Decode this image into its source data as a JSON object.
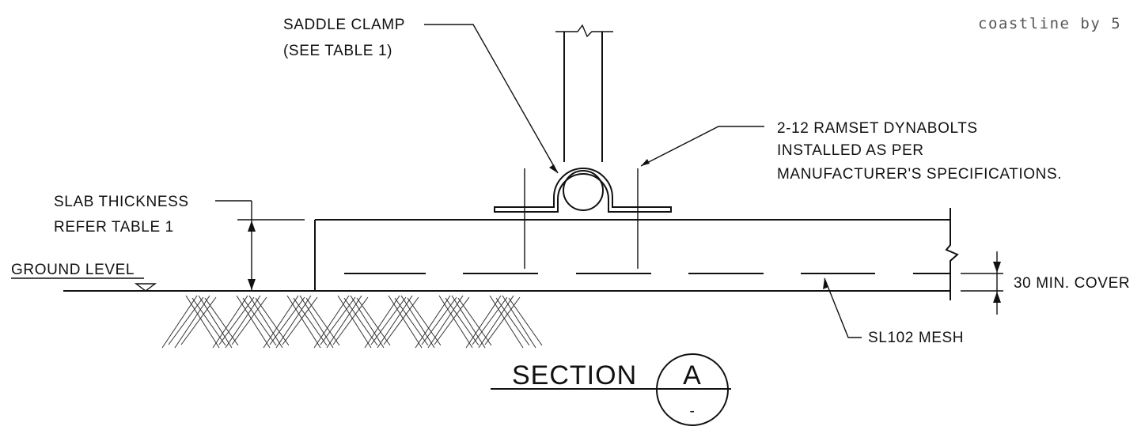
{
  "watermark": "coastline by 5",
  "labels": {
    "saddle_clamp": "SADDLE CLAMP",
    "saddle_clamp_ref": "(SEE TABLE 1)",
    "dynabolts_line1": "2-12 RAMSET DYNABOLTS",
    "dynabolts_line2": "INSTALLED AS PER",
    "dynabolts_line3": "MANUFACTURER'S SPECIFICATIONS.",
    "slab_thickness_line1": "SLAB THICKNESS",
    "slab_thickness_line2": "REFER TABLE 1",
    "ground_level": "GROUND LEVEL",
    "cover": "30 MIN. COVER",
    "mesh": "SL102 MESH"
  },
  "section": {
    "title": "SECTION",
    "letter": "A",
    "sheet": "-"
  },
  "colors": {
    "line": "#111111",
    "background": "#ffffff",
    "watermark": "#555555"
  }
}
